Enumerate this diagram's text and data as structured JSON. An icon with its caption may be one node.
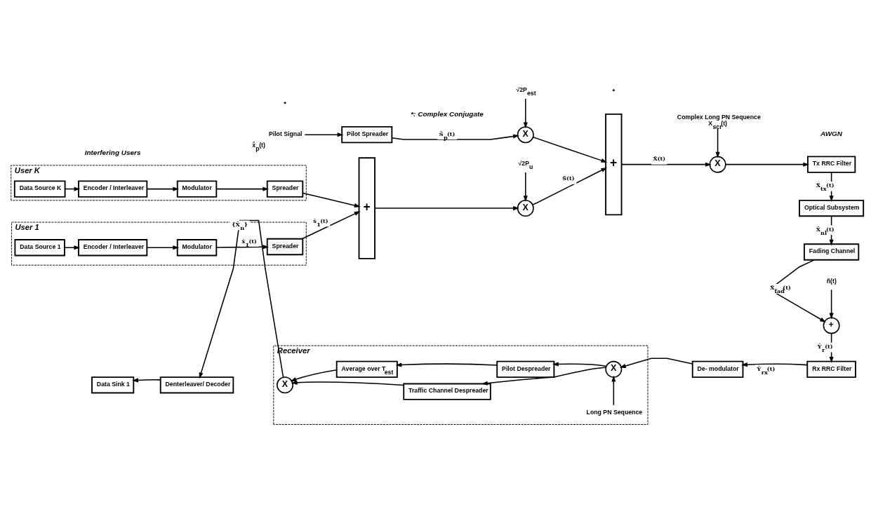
{
  "diagram": {
    "nodes": [
      {
        "text": [
          "User 1"
        ]
      },
      {
        "text": [
          "Data Source 1"
        ],
        "in": 0
      },
      {
        "text": [
          "Encoder / Interleaver"
        ],
        "in": 0
      },
      {
        "text": [
          "Modulator"
        ],
        "in": 0
      },
      {
        "text": [
          "Spreader"
        ],
        "in": 0
      },
      {
        "text": [
          "User K"
        ]
      },
      {
        "text": [
          "Data Source K"
        ],
        "in": 5
      },
      {
        "text": [
          "Encoder / Interleaver"
        ],
        "in": 5
      },
      {
        "text": [
          "Modulator"
        ],
        "in": 5
      },
      {
        "text": [
          "Spreader"
        ],
        "in": 5
      },
      {
        "text": [
          "+"
        ]
      },
      {
        "text": [
          "X"
        ]
      },
      {
        "text": [
          "+"
        ]
      },
      {
        "text": [
          "X"
        ]
      },
      {
        "text": [
          "Tx RRC Filter"
        ]
      },
      {
        "text": [
          "Optical Subsystem"
        ]
      },
      {
        "text": [
          "Fading Channel"
        ]
      },
      {
        "text": [
          "+"
        ]
      },
      {
        "text": [
          "Rx RRC Filter"
        ]
      },
      {
        "text": [
          "De- modulator"
        ]
      },
      {
        "text": [
          "Receiver"
        ]
      },
      {
        "text": [
          "X"
        ],
        "in": 20
      },
      {
        "text": [
          "Traffic Channel Despreader"
        ],
        "in": 20
      },
      {
        "text": [
          "Pilot Despreader"
        ],
        "in": 20
      },
      {
        "text": [
          "Average over T$_{est}$"
        ],
        "in": 20
      },
      {
        "text": [
          "X"
        ],
        "in": 20
      },
      {
        "text": [
          "Denterleaver/ Decoder"
        ]
      },
      {
        "text": [
          "Data Sink 1"
        ]
      },
      {
        "text": [
          "Pilot Spreader"
        ]
      },
      {
        "text": [
          "X"
        ]
      },
      {
        "text": [
          "Pilot Signal"
        ],
        "beside": [
          "x̃$_{p}$(t)"
        ]
      },
      {
        "text": [
          "√2P$_{u}$"
        ]
      },
      {
        "text": [
          "√2P$_{est}$"
        ]
      },
      {
        "text": [
          "Complex Long PN Sequence",
          "X$_{scr}$(t)"
        ]
      },
      {
        "text": [
          "ñ(t)"
        ]
      },
      {
        "text": [
          "Long PN Sequence"
        ],
        "in": 20
      }
    ],
    "edges": [
      {
        "from": 1,
        "to": 2,
        "arrow": "to"
      },
      {
        "from": 2,
        "to": 3,
        "arrow": "to"
      },
      {
        "from": 3,
        "to": 4,
        "arrow": "to",
        "label": "x̃$_{1}$(t)"
      },
      {
        "from": 4,
        "to": 10,
        "arrow": "to",
        "label": "s̃$_{1}$(t)"
      },
      {
        "from": 6,
        "to": 7,
        "arrow": "to"
      },
      {
        "from": 7,
        "to": 8,
        "arrow": "to"
      },
      {
        "from": 8,
        "to": 9,
        "arrow": "to"
      },
      {
        "from": 9,
        "to": 10,
        "arrow": "to"
      },
      {
        "from": 10,
        "to": 11,
        "arrow": "to"
      },
      {
        "from": 31,
        "to": 11,
        "arrow": "to"
      },
      {
        "from": 11,
        "to": 12,
        "arrow": "to",
        "label": "S̃(t)"
      },
      {
        "from": 30,
        "to": 28,
        "arrow": "to"
      },
      {
        "from": 28,
        "to": 29,
        "arrow": "to",
        "label": "S̃$_{p}$(t)"
      },
      {
        "from": 32,
        "to": 29,
        "arrow": "to"
      },
      {
        "from": 29,
        "to": 12,
        "arrow": "to"
      },
      {
        "from": 12,
        "to": 13,
        "arrow": "to",
        "label": "X̃(t)"
      },
      {
        "from": 33,
        "to": 13,
        "arrow": "to"
      },
      {
        "from": 13,
        "to": 14,
        "arrow": "to"
      },
      {
        "from": 14,
        "to": 15,
        "arrow": "to",
        "label": "X̃$_{tx}$(t)"
      },
      {
        "from": 15,
        "to": 16,
        "arrow": "to",
        "label": "X̃$_{nl}$(t)"
      },
      {
        "from": 16,
        "to": 17,
        "arrow": "to",
        "label": "X̃$_{fad}$(t)"
      },
      {
        "from": 34,
        "to": 17,
        "arrow": "to"
      },
      {
        "from": 17,
        "to": 18,
        "arrow": "to",
        "label": "Ỹ$_{r}$(t)"
      },
      {
        "from": 18,
        "to": 19,
        "arrow": "to",
        "label": "Ỹ$_{rx}$(t)"
      },
      {
        "from": 19,
        "to": 21,
        "arrow": "to"
      },
      {
        "from": 35,
        "to": 21,
        "arrow": "to"
      },
      {
        "from": 21,
        "to": 22,
        "arrow": "to"
      },
      {
        "from": 21,
        "to": 23,
        "arrow": "to"
      },
      {
        "from": 22,
        "to": 25,
        "arrow": "to"
      },
      {
        "from": 23,
        "to": 24,
        "arrow": "to"
      },
      {
        "from": 24,
        "to": 25,
        "arrow": "to"
      },
      {
        "from": 25,
        "to": 26,
        "arrow": "to",
        "label": "{X̂$_{n}$}"
      },
      {
        "from": 26,
        "to": 27,
        "arrow": "to"
      }
    ],
    "labels": [
      "Interfering Users",
      "AWGN",
      "*",
      "*",
      "*: Complex Conjugate"
    ]
  }
}
